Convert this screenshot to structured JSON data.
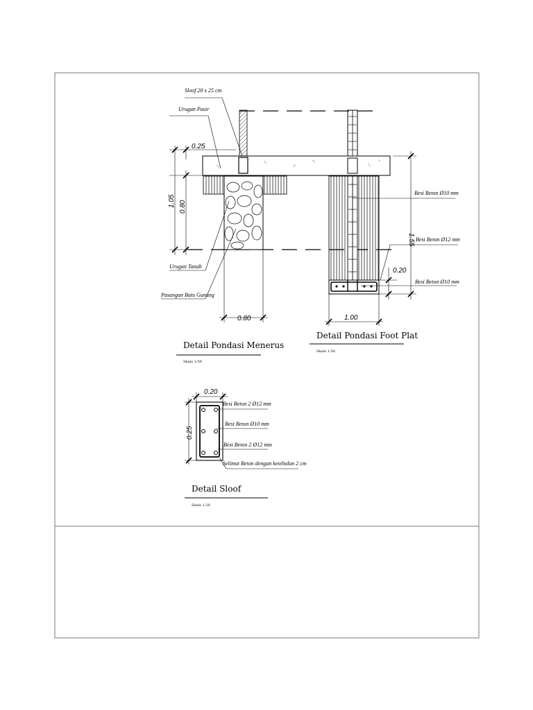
{
  "menerus": {
    "title": "Detail Pondasi Menerus",
    "scale": "Skala 1:50",
    "labels": {
      "sloof": "Sloof 20 x 25 cm",
      "urugan_pasir": "Urugan Pasir",
      "urugan_tanah": "Urugan Tanah",
      "pasangan": "Pasangan Batu Gunung"
    },
    "dims": {
      "d025": "0.25",
      "d105": "1.05",
      "d080v": "0.80",
      "d080h": "0.80"
    }
  },
  "footplat": {
    "title": "Detail Pondasi Foot Plat",
    "scale": "Skala 1:50",
    "labels": {
      "besi1": "Besi Beton  Ø10 mm",
      "besi2": "Besi Beton  Ø12 mm",
      "besi3": "Besi Beton Ø10 mm"
    },
    "dims": {
      "d155": "1.55",
      "d020": "0.20",
      "d100": "1.00"
    }
  },
  "sloof": {
    "title": "Detail Sloof",
    "scale": "Skala 1:20",
    "labels": {
      "top": "Besi Beton 2 Ø12 mm",
      "mid": "Besi Beton Ø10 mm",
      "bot": "Besi Beton 2 Ø12 mm",
      "cover": "Selimut Beton dengan ketebalan 2 cm"
    },
    "dims": {
      "w": "0.20",
      "h": "0.25"
    }
  }
}
